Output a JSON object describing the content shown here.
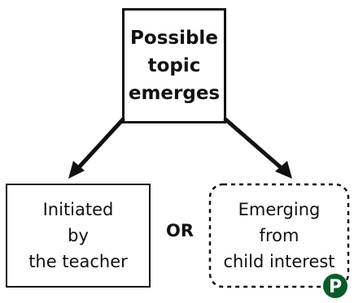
{
  "diagram": {
    "top_box": {
      "lines": [
        "Possible",
        "topic",
        "emerges"
      ]
    },
    "left_box": {
      "lines": [
        "Initiated",
        "by",
        "the teacher"
      ]
    },
    "right_box": {
      "lines": [
        "Emerging",
        "from",
        "child interest"
      ]
    },
    "connector_label": "OR",
    "logo_letter": "P",
    "colors": {
      "stroke": "#111111",
      "logo_bg": "#0b5a2a",
      "logo_text": "#ffffff"
    }
  }
}
